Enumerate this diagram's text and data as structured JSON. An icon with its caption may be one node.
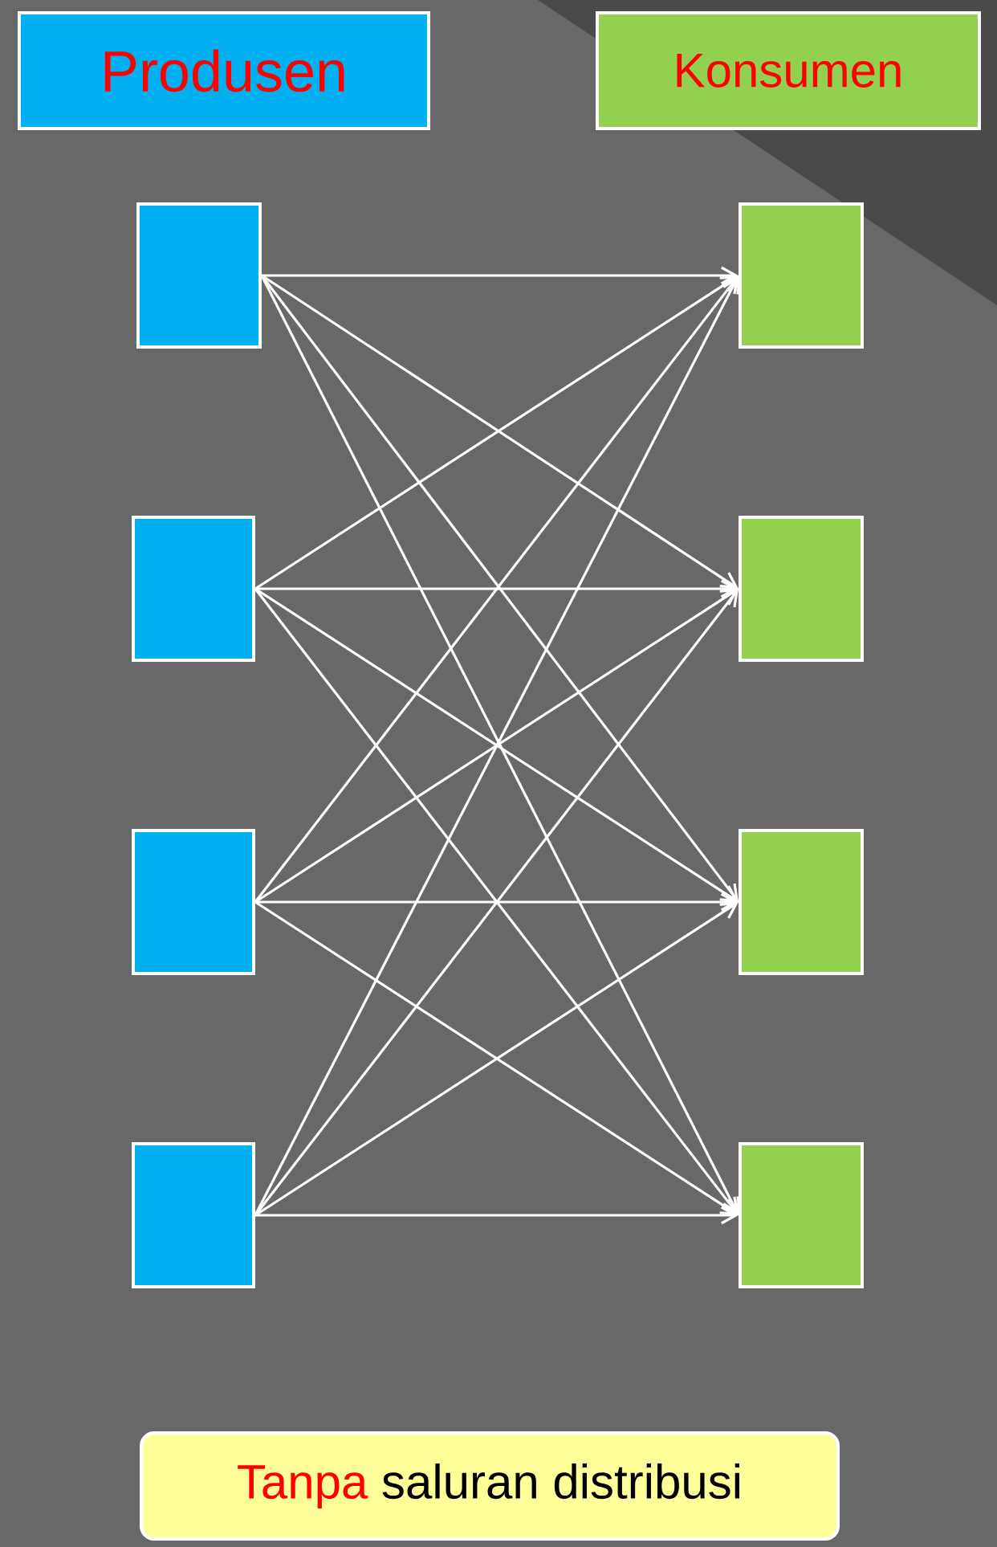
{
  "diagram": {
    "nodes": [
      {
        "text": [
          "Produsen"
        ]
      },
      {
        "text": [
          "Konsumen"
        ]
      },
      {
        "text": [],
        "shape": "box"
      },
      {
        "text": [],
        "shape": "box"
      },
      {
        "text": [],
        "shape": "box"
      },
      {
        "text": [],
        "shape": "box"
      },
      {
        "text": [],
        "shape": "box"
      },
      {
        "text": [],
        "shape": "box"
      },
      {
        "text": [],
        "shape": "box"
      },
      {
        "text": [],
        "shape": "box"
      },
      {
        "text": [
          "Tanpa",
          "saluran distribusi"
        ]
      }
    ],
    "edges": [
      {
        "from": 2,
        "to": 6,
        "arrow": "to"
      },
      {
        "from": 2,
        "to": 7,
        "arrow": "to"
      },
      {
        "from": 2,
        "to": 8,
        "arrow": "to"
      },
      {
        "from": 2,
        "to": 9,
        "arrow": "to"
      },
      {
        "from": 3,
        "to": 6,
        "arrow": "to"
      },
      {
        "from": 3,
        "to": 7,
        "arrow": "to"
      },
      {
        "from": 3,
        "to": 8,
        "arrow": "to"
      },
      {
        "from": 3,
        "to": 9,
        "arrow": "to"
      },
      {
        "from": 4,
        "to": 6,
        "arrow": "to"
      },
      {
        "from": 4,
        "to": 7,
        "arrow": "to"
      },
      {
        "from": 4,
        "to": 8,
        "arrow": "to"
      },
      {
        "from": 4,
        "to": 9,
        "arrow": "to"
      },
      {
        "from": 5,
        "to": 6,
        "arrow": "to"
      },
      {
        "from": 5,
        "to": 7,
        "arrow": "to"
      },
      {
        "from": 5,
        "to": 8,
        "arrow": "to"
      },
      {
        "from": 5,
        "to": 9,
        "arrow": "to"
      }
    ]
  }
}
